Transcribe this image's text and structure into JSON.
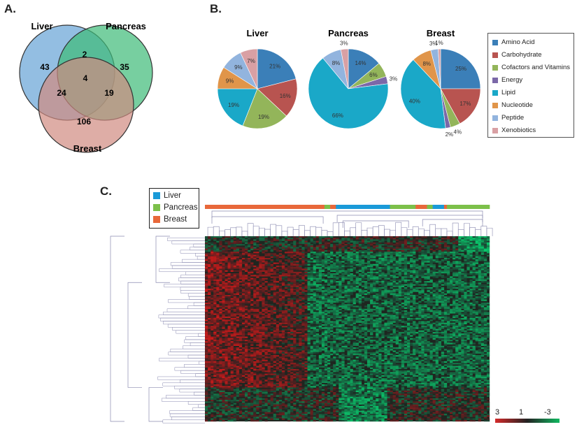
{
  "panels": {
    "a": "A.",
    "b": "B.",
    "c": "C."
  },
  "venn": {
    "sets": [
      "Liver",
      "Pancreas",
      "Breast"
    ],
    "colors": {
      "liver": "#6fa8d8",
      "pancreas": "#3dbb78",
      "breast": "#d08a80"
    },
    "counts": {
      "liver_only": "43",
      "pancreas_only": "35",
      "breast_only": "106",
      "liver_pancreas": "2",
      "liver_breast": "24",
      "pancreas_breast": "19",
      "all_three": "4"
    }
  },
  "chart_data": [
    {
      "type": "pie",
      "title": "Liver",
      "categories": [
        "Amino Acid",
        "Carbohydrate",
        "Cofactors and Vitamins",
        "Energy",
        "Lipid",
        "Nucleotide",
        "Peptide",
        "Xenobiotics"
      ],
      "values": [
        21,
        16,
        19,
        0,
        19,
        9,
        9,
        7
      ],
      "labels": [
        "21%",
        "16%",
        "19%",
        "",
        "19%",
        "9%",
        "9%",
        "7%"
      ]
    },
    {
      "type": "pie",
      "title": "Pancreas",
      "categories": [
        "Amino Acid",
        "Carbohydrate",
        "Cofactors and Vitamins",
        "Energy",
        "Lipid",
        "Nucleotide",
        "Peptide",
        "Xenobiotics"
      ],
      "values": [
        14,
        0,
        6,
        3,
        66,
        0,
        8,
        3
      ],
      "labels": [
        "14%",
        "",
        "6%",
        "3%",
        "66%",
        "",
        "8%",
        "3%"
      ]
    },
    {
      "type": "pie",
      "title": "Breast",
      "categories": [
        "Amino Acid",
        "Carbohydrate",
        "Cofactors and Vitamins",
        "Energy",
        "Lipid",
        "Nucleotide",
        "Peptide",
        "Xenobiotics"
      ],
      "values": [
        25,
        17,
        4,
        2,
        40,
        8,
        3,
        1
      ],
      "labels": [
        "25%",
        "17%",
        "4%",
        "2%",
        "40%",
        "8%",
        "3%",
        "1%"
      ]
    }
  ],
  "legend": {
    "items": [
      {
        "label": "Amino Acid",
        "color": "#3b7fb8"
      },
      {
        "label": "Carbohydrate",
        "color": "#b85450"
      },
      {
        "label": "Cofactors and Vitamins",
        "color": "#93b55a"
      },
      {
        "label": "Energy",
        "color": "#7b68a8"
      },
      {
        "label": "Lipid",
        "color": "#1aa8c8"
      },
      {
        "label": "Nucleotide",
        "color": "#e0954a"
      },
      {
        "label": "Peptide",
        "color": "#92b4de"
      },
      {
        "label": "Xenobiotics",
        "color": "#d9a0a4"
      }
    ]
  },
  "heatmap": {
    "groups": [
      {
        "label": "Liver",
        "color": "#1a9ad8"
      },
      {
        "label": "Pancreas",
        "color": "#7cc04a"
      },
      {
        "label": "Breast",
        "color": "#e8683a"
      }
    ],
    "scale": {
      "high": "3",
      "mid": "1",
      "low": "-3"
    },
    "colors": {
      "high": "#d42a2a",
      "mid": "#222222",
      "low": "#10b860"
    }
  }
}
